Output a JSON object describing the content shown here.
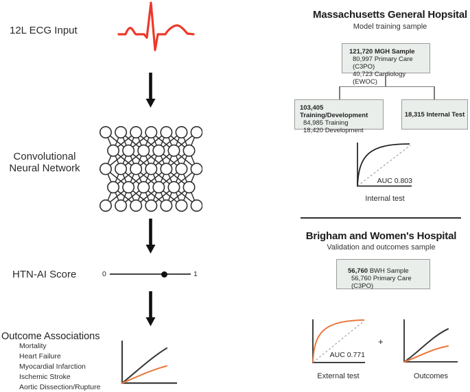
{
  "colors": {
    "ecg_red": "#EE372A",
    "accent_orange": "#E8793E",
    "curve_dark": "#3A3A3A",
    "box_fill": "#E9EEEB",
    "box_border": "#9A9A9A"
  },
  "left": {
    "input_label": "12L ECG Input",
    "cnn_label_line1": "Convolutional",
    "cnn_label_line2": "Neural Network",
    "score_label": "HTN-AI Score",
    "score_scale": {
      "min": "0",
      "max": "1"
    },
    "outcomes_title": "Outcome Associations",
    "outcomes": [
      "Mortality",
      "Heart Failure",
      "Myocardial Infarction",
      "Ischemic Stroke",
      "Aortic Dissection/Rupture"
    ]
  },
  "mgh": {
    "title": "Massachusetts General Hopsital",
    "subtitle": "Model training sample",
    "sample_box": {
      "line1": "121,720 MGH Sample",
      "line2": "80,997 Primary Care (C3PO)",
      "line3": "40,723 Cardiology (EWOC)"
    },
    "training_box": {
      "line1": "103,405 Training/Development",
      "line2": "84,985 Training",
      "line3": "18,420 Development"
    },
    "test_box": {
      "line1": "18,315 Internal Test"
    },
    "roc": {
      "auc_label": "AUC 0.803",
      "caption": "Internal test"
    }
  },
  "bwh": {
    "title": "Brigham and Women's Hospital",
    "subtitle": "Validation and outcomes sample",
    "sample_box": {
      "line1_bold": "56,760",
      "line1_rest": " BWH Sample",
      "line2": "56,760 Primary Care (C3PO)"
    },
    "roc": {
      "auc_label": "AUC 0.771",
      "caption": "External test"
    },
    "plus": "+",
    "outcomes_caption": "Outcomes"
  }
}
